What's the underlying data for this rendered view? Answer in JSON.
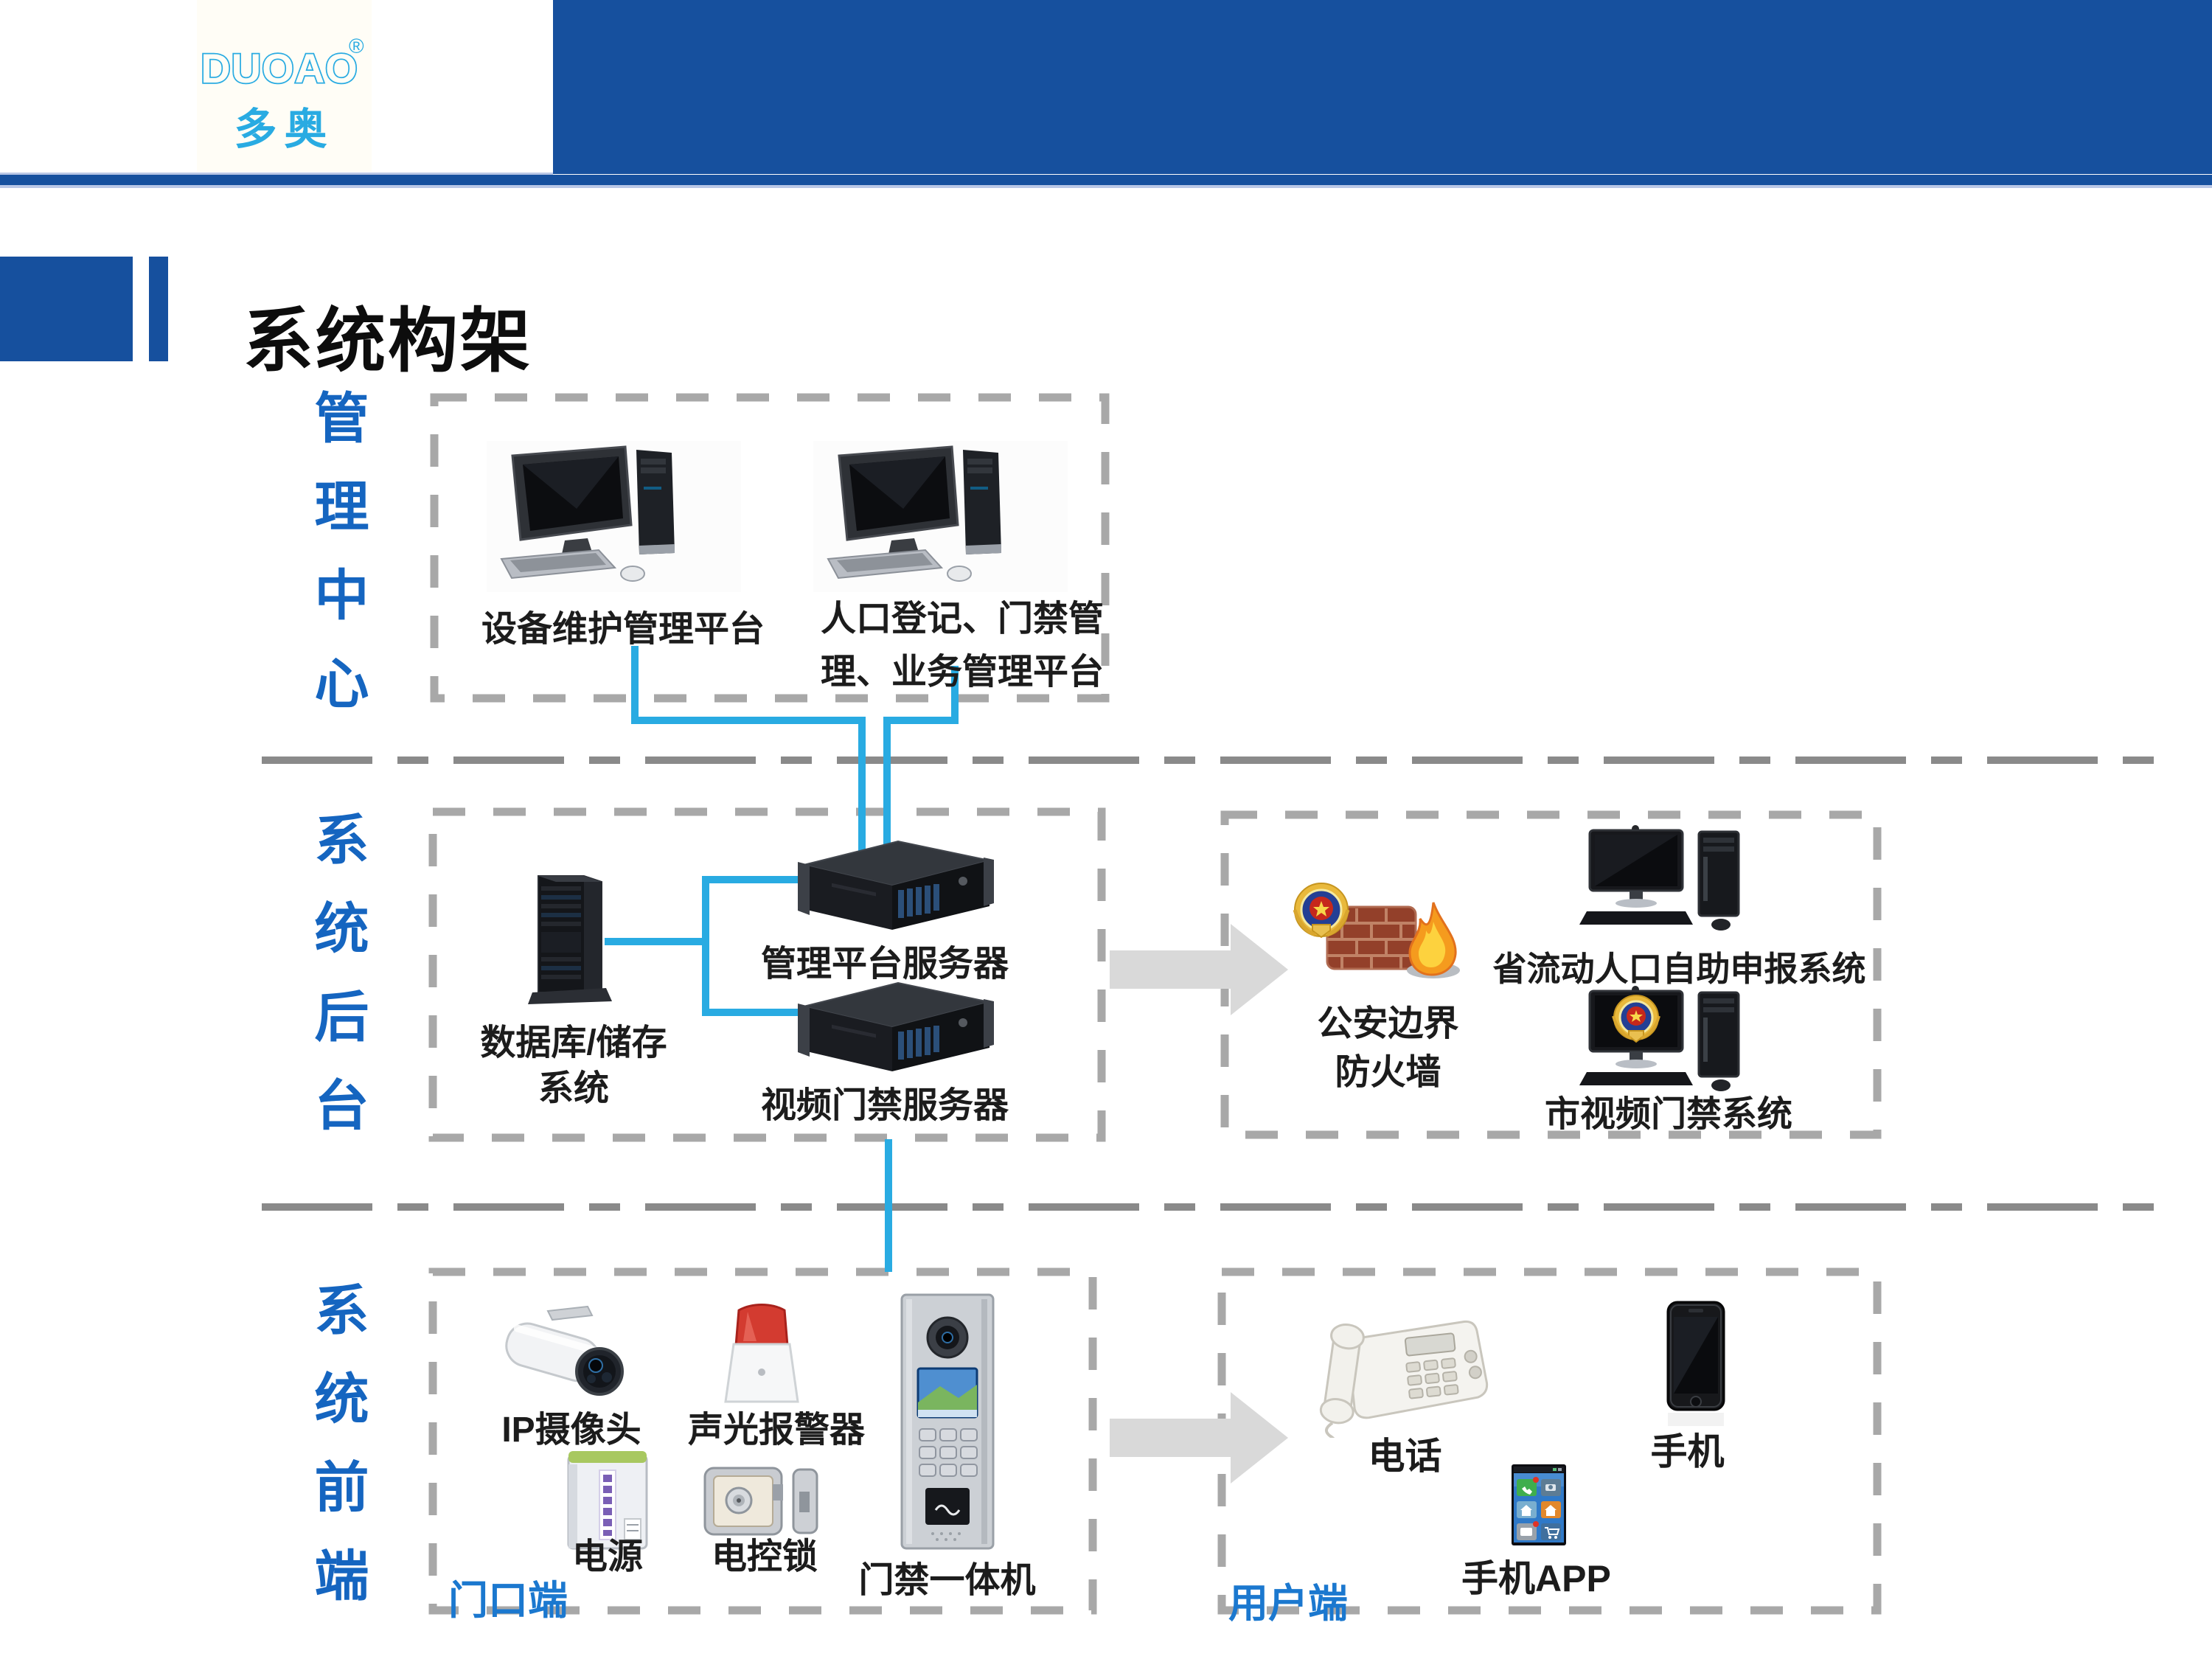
{
  "header": {
    "logo_text": "DUOAO",
    "logo_reg": "®",
    "logo_cn": "多奥"
  },
  "title": "系统构架",
  "sections": {
    "management": "管理中心",
    "backend": "系统后台",
    "frontend": "系统前端"
  },
  "management_box": {
    "device_platform_label": "设备维护管理平台",
    "registration_platform_line1": "人口登记、门禁管",
    "registration_platform_line2": "理、业务管理平台"
  },
  "backend_box": {
    "database_line1": "数据库/储存",
    "database_line2": "系统",
    "mgmt_server_label": "管理平台服务器",
    "video_server_label": "视频门禁服务器"
  },
  "police_box": {
    "firewall_line1": "公安边界",
    "firewall_line2": "防火墙",
    "province_system_label": "省流动人口自助申报系统",
    "city_system_label": "市视频门禁系统"
  },
  "frontend_box": {
    "tag": "门口端",
    "camera_label": "IP摄像头",
    "alarm_label": "声光报警器",
    "power_label": "电源",
    "lock_label": "电控锁",
    "access_machine_label": "门禁一体机"
  },
  "user_box": {
    "tag": "用户端",
    "telephone_label": "电话",
    "mobile_label": "手机",
    "app_label": "手机APP"
  },
  "colors": {
    "header_blue": "#16509e",
    "section_blue": "#1565c0",
    "tag_blue": "#1b78cf",
    "connector_cyan": "#29abe2",
    "logo_cyan": "#29abe2",
    "dash_gray": "#a8a8a8",
    "separator_gray": "#8a8a8a",
    "arrow_gray": "#d9d9d9"
  }
}
